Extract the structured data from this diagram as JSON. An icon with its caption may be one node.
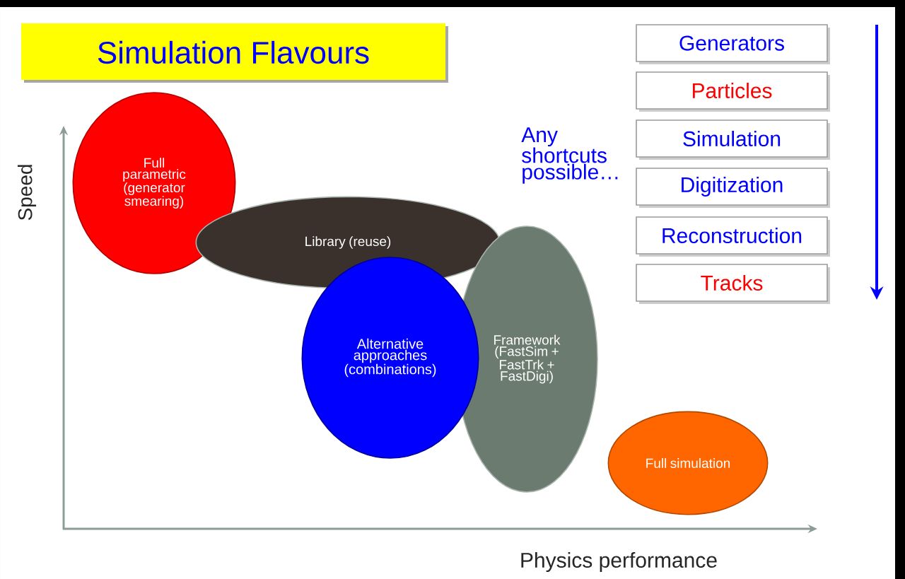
{
  "diagram": {
    "title": "Simulation Flavours",
    "nodes": [
      {
        "text": [
          "Full parametric (generator smearing)"
        ]
      },
      {
        "text": [
          "Library (reuse)"
        ]
      },
      {
        "text": [
          "Alternative approaches (combinations)"
        ]
      },
      {
        "text": [
          "Framework (FastSim + FastTrk + FastDigi)"
        ]
      },
      {
        "text": [
          "Full simulation"
        ]
      },
      {
        "text": [
          "Generators"
        ]
      },
      {
        "text": [
          "Particles"
        ]
      },
      {
        "text": [
          "Simulation"
        ]
      },
      {
        "text": [
          "Digitization"
        ]
      },
      {
        "text": [
          "Reconstruction"
        ]
      },
      {
        "text": [
          "Tracks"
        ]
      }
    ],
    "labels": [
      "Any shortcuts possible…",
      "Speed",
      "Physics performance"
    ]
  }
}
